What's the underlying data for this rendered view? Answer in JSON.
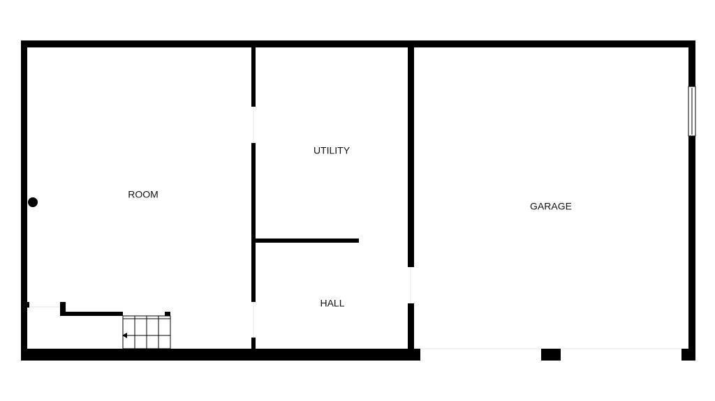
{
  "floorplan": {
    "rooms": {
      "room": "ROOM",
      "utility": "UTILITY",
      "hall": "HALL",
      "garage": "GARAGE"
    }
  },
  "colors": {
    "wall": "#000000",
    "background": "#ffffff",
    "window": "#ffffff"
  },
  "icons": [
    "stair-arrow-icon",
    "wall-fixture-dot-icon"
  ]
}
